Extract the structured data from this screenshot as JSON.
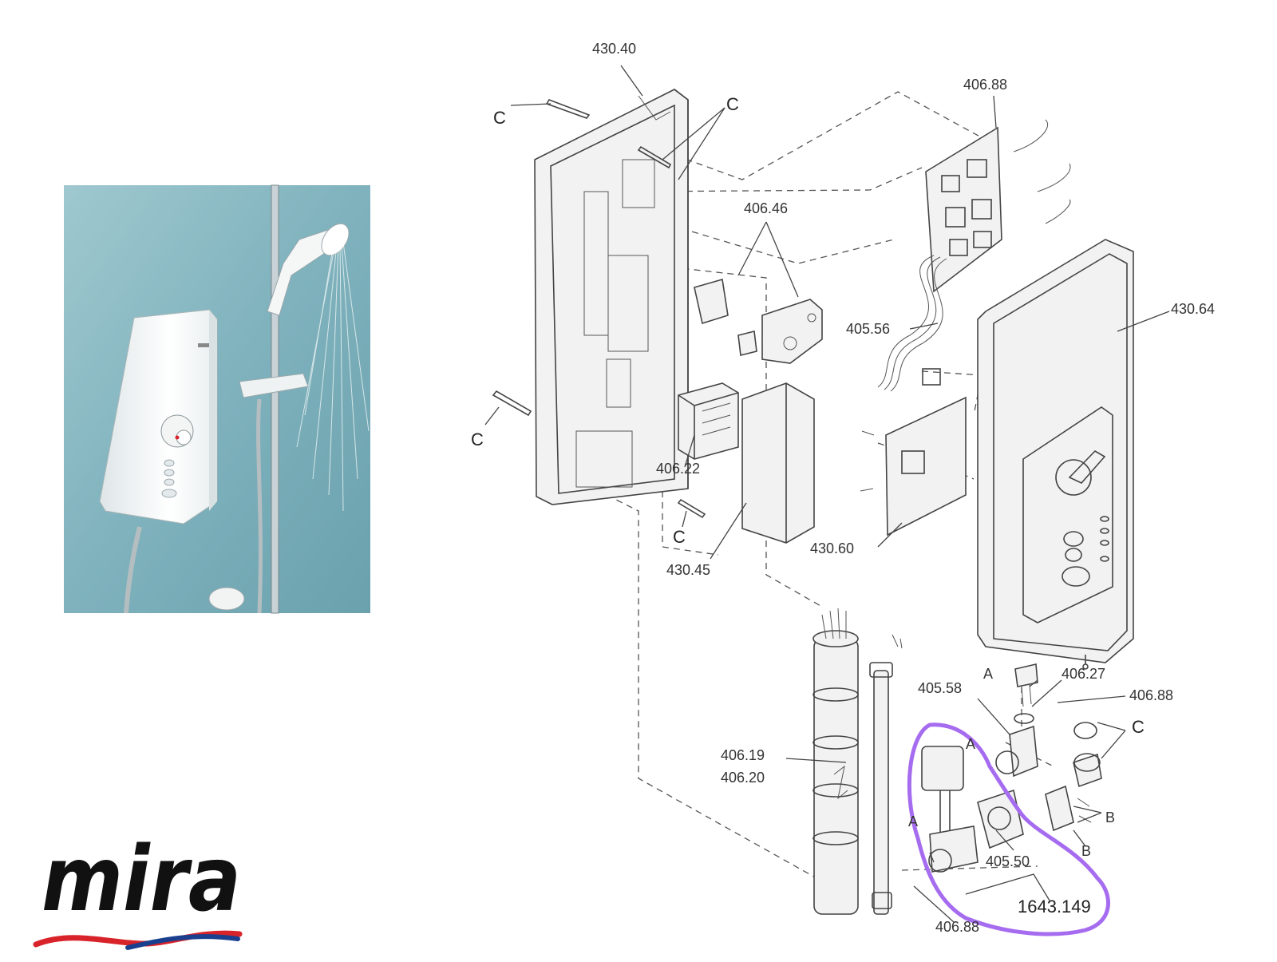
{
  "brand": {
    "name": "mira",
    "colors": {
      "red": "#d8232a",
      "blue": "#1a3f8f",
      "text": "#111111"
    }
  },
  "highlight_color": "#a66cf0",
  "labels": {
    "p430_40": "430.40",
    "p406_88_top": "406.88",
    "p406_46": "406.46",
    "p405_56": "405.56",
    "p430_64": "430.64",
    "p406_22": "406.22",
    "p430_45": "430.45",
    "p430_60": "430.60",
    "p406_27": "406.27",
    "p405_58": "405.58",
    "p406_88_right": "406.88",
    "p406_19": "406.19",
    "p406_20": "406.20",
    "p405_50": "405.50",
    "p1643_149": "1643.149",
    "p406_88_bottom": "406.88",
    "C": "C",
    "A": "A",
    "B": "B"
  }
}
